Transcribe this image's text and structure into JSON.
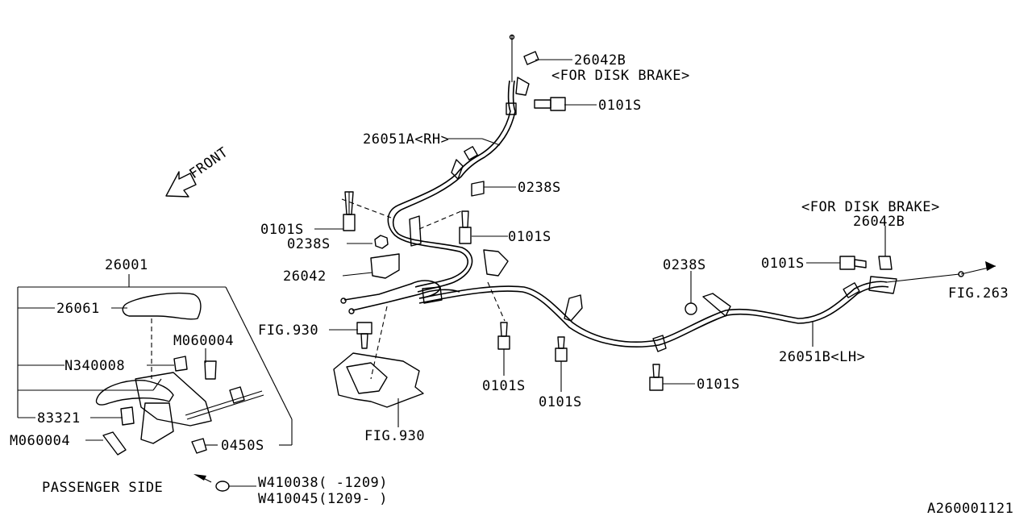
{
  "diagram": {
    "labels": {
      "p26042B_top": "26042B",
      "disk_brake_top": "<FOR DISK BRAKE>",
      "p0101S_top": "0101S",
      "p26051A": "26051A<RH>",
      "p0238S_mid": "0238S",
      "p0101S_left": "0101S",
      "p0101S_center": "0101S",
      "p0238S_left": "0238S",
      "p26042": "26042",
      "p26001": "26001",
      "p26061": "26061",
      "pM060004_a": "M060004",
      "pN340008": "N340008",
      "p83321": "83321",
      "pM060004_b": "M060004",
      "p0450S": "0450S",
      "fig930_a": "FIG.930",
      "fig930_b": "FIG.930",
      "p0101S_b1": "0101S",
      "p0101S_b2": "0101S",
      "p0101S_b3": "0101S",
      "p0238S_right": "0238S",
      "p0101S_right": "0101S",
      "disk_brake_right": "<FOR DISK BRAKE>",
      "p26042B_right": "26042B",
      "fig263": "FIG.263",
      "p26051B": "26051B<LH>",
      "passenger_side": "PASSENGER SIDE",
      "w410038": "W410038( -1209)",
      "w410045": "W410045(1209- )",
      "front": "FRONT",
      "diagram_id": "A260001121"
    }
  }
}
